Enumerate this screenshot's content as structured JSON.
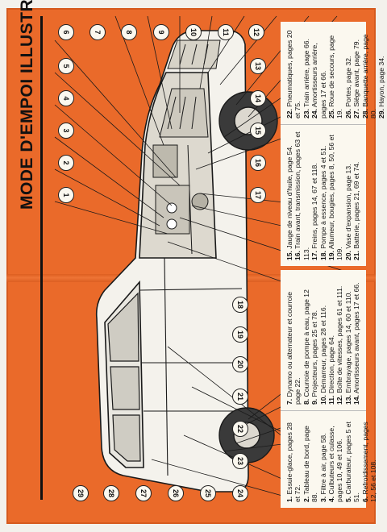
{
  "title": "MODE D'EMPOI ILLUSTRÉ",
  "callouts": [
    "1",
    "2",
    "3",
    "4",
    "5",
    "6",
    "7",
    "8",
    "9",
    "10",
    "11",
    "12",
    "13",
    "14",
    "15",
    "16",
    "17",
    "18",
    "19",
    "20",
    "21",
    "22",
    "23",
    "24",
    "25",
    "26",
    "27",
    "28",
    "29"
  ],
  "legend": {
    "col1": [
      {
        "num": "1.",
        "text": "Essuie-glace, pages 28 et 72."
      },
      {
        "num": "2.",
        "text": "Tableau de bord, page 88."
      },
      {
        "num": "3.",
        "text": "Filtre à air, page 58."
      },
      {
        "num": "4.",
        "text": "Culbuteurs et culasse, pages 10, 49 et 106."
      },
      {
        "num": "5.",
        "text": "Carburateur, pages 5 et 51."
      },
      {
        "num": "6.",
        "text": "Refroidissement, pages 12, 56 et 108."
      }
    ],
    "col2": [
      {
        "num": "7.",
        "text": "Dynamo ou alternateur et courroie page 22."
      },
      {
        "num": "8.",
        "text": "Courroie de pompe à eau, page 12"
      },
      {
        "num": "9.",
        "text": "Projecteurs, pages 25 et 78."
      },
      {
        "num": "10.",
        "text": "Démarreur, pages 28 et 116."
      },
      {
        "num": "11.",
        "text": "Direction, page 64."
      },
      {
        "num": "12.",
        "text": "Boîte de vitesses, pages 61 et 111."
      },
      {
        "num": "13.",
        "text": "Embrayage, pages 14, 60 et 110."
      },
      {
        "num": "14.",
        "text": "Amortisseurs avant, pages 17 et 66."
      }
    ],
    "col3": [
      {
        "num": "15.",
        "text": "Jauge de niveau d'huile, page 54."
      },
      {
        "num": "16.",
        "text": "Train avant, transmission, pages 63 et 113."
      },
      {
        "num": "17.",
        "text": "Freins, pages 14, 67 et 118."
      },
      {
        "num": "18.",
        "text": "Pompe à essence, pages 4 et 51."
      },
      {
        "num": "19.",
        "text": "Allumeur, bougies, pages 8, 50, 56 et 109."
      },
      {
        "num": "20.",
        "text": "Vase d'expansion, page 13."
      },
      {
        "num": "21.",
        "text": "Batterie, pages 21, 69 et 74."
      }
    ],
    "col4": [
      {
        "num": "22.",
        "text": "Pneumatiques, pages 20 et 75."
      },
      {
        "num": "23.",
        "text": "Train arrière, page 66."
      },
      {
        "num": "24.",
        "text": "Amortisseurs arrière, pages 17 et 66."
      },
      {
        "num": "25.",
        "text": "Roue de secours, page 19."
      },
      {
        "num": "26.",
        "text": "Portes, page 32."
      },
      {
        "num": "27.",
        "text": "Siège avant, page 79."
      },
      {
        "num": "28.",
        "text": "Banquette arrière, page 80."
      },
      {
        "num": "29.",
        "text": "Hayon, page 34."
      }
    ]
  },
  "colors": {
    "page": "#ea6a2a",
    "panel": "#fbf8ef",
    "ink": "#111111"
  }
}
